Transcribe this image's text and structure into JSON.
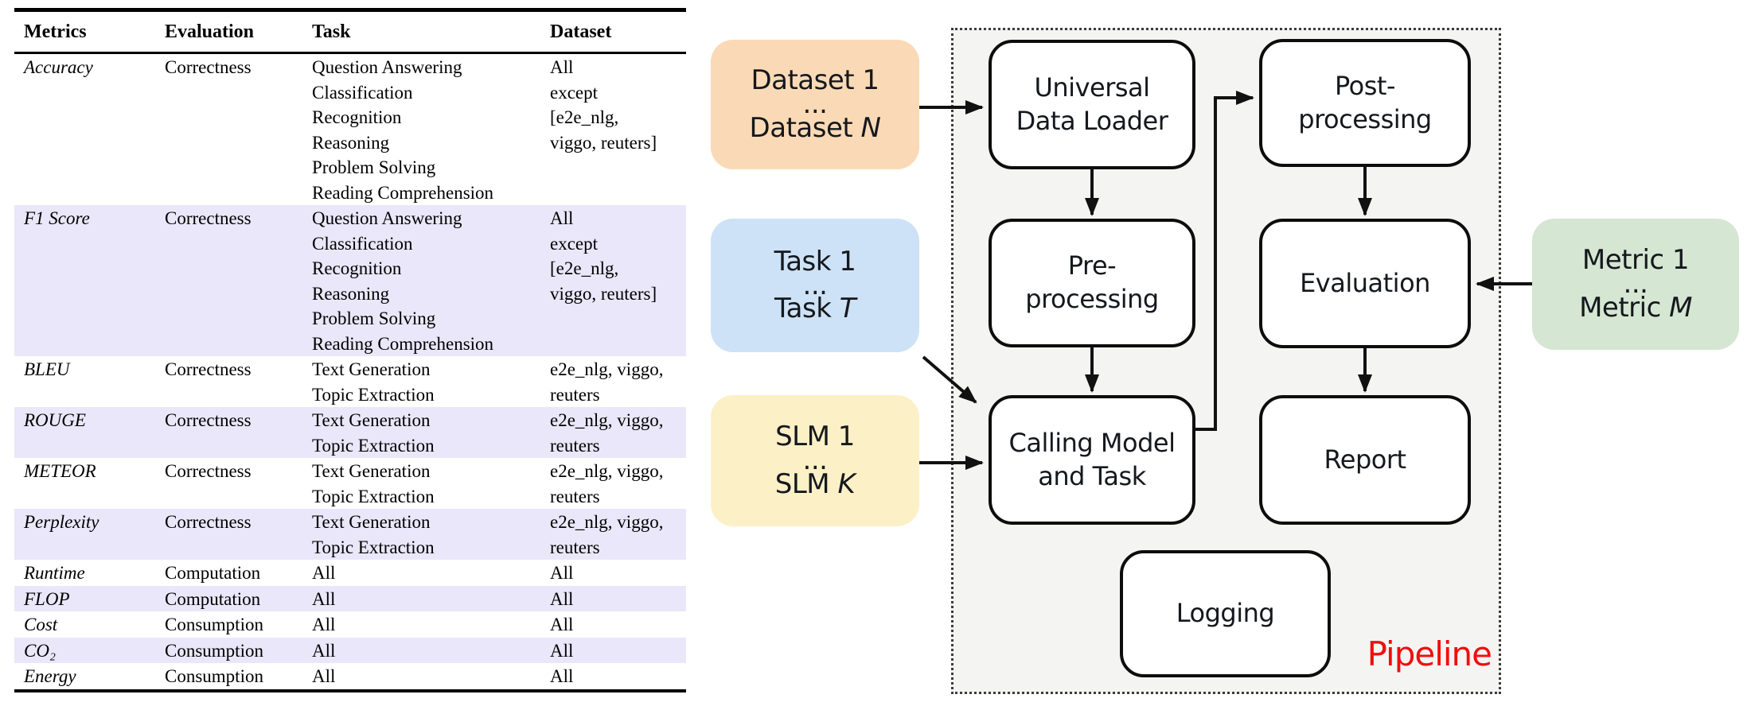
{
  "table": {
    "headers": [
      "Metrics",
      "Evaluation",
      "Task",
      "Dataset"
    ],
    "row_shade_color": "#e9e7f9",
    "rows": [
      {
        "metric": "Accuracy",
        "evaluation": "Correctness",
        "task": "Question Answering\nClassification\nRecognition\nReasoning\nProblem Solving\nReading Comprehension",
        "dataset": "All\nexcept\n[e2e_nlg,\nviggo, reuters]",
        "shaded": false
      },
      {
        "metric": "F1 Score",
        "evaluation": "Correctness",
        "task": "Question Answering\nClassification\nRecognition\nReasoning\nProblem Solving\nReading Comprehension",
        "dataset": "All\nexcept\n[e2e_nlg,\nviggo, reuters]",
        "shaded": true
      },
      {
        "metric": "BLEU",
        "evaluation": "Correctness",
        "task": "Text Generation\nTopic Extraction",
        "dataset": "e2e_nlg, viggo,\nreuters",
        "shaded": false
      },
      {
        "metric": "ROUGE",
        "evaluation": "Correctness",
        "task": "Text Generation\nTopic Extraction",
        "dataset": "e2e_nlg, viggo,\nreuters",
        "shaded": true
      },
      {
        "metric": "METEOR",
        "evaluation": "Correctness",
        "task": "Text Generation\nTopic Extraction",
        "dataset": "e2e_nlg, viggo,\nreuters",
        "shaded": false
      },
      {
        "metric": "Perplexity",
        "evaluation": "Correctness",
        "task": "Text Generation\nTopic Extraction",
        "dataset": "e2e_nlg, viggo,\nreuters",
        "shaded": true
      },
      {
        "metric": "Runtime",
        "evaluation": "Computation",
        "task": "All",
        "dataset": "All",
        "shaded": false
      },
      {
        "metric": "FLOP",
        "evaluation": "Computation",
        "task": "All",
        "dataset": "All",
        "shaded": true
      },
      {
        "metric": "Cost",
        "evaluation": "Consumption",
        "task": "All",
        "dataset": "All",
        "shaded": false
      },
      {
        "metric": "CO₂",
        "evaluation": "Consumption",
        "task": "All",
        "dataset": "All",
        "shaded": true
      },
      {
        "metric": "Energy",
        "evaluation": "Consumption",
        "task": "All",
        "dataset": "All",
        "shaded": false
      }
    ]
  },
  "diagram": {
    "inputs": {
      "dataset": {
        "line1": "Dataset 1",
        "dots": "...",
        "line3_pre": "Dataset ",
        "line3_var": "N",
        "color": "#fadab6"
      },
      "task": {
        "line1": "Task 1",
        "dots": "...",
        "line3_pre": "Task ",
        "line3_var": "T",
        "color": "#cde2f6"
      },
      "slm": {
        "line1": "SLM 1",
        "dots": "...",
        "line3_pre": "SLM ",
        "line3_var": "K",
        "color": "#fcf0c7"
      },
      "metric": {
        "line1": "Metric 1",
        "dots": "...",
        "line3_pre": "Metric ",
        "line3_var": "M",
        "color": "#d5e6d2"
      }
    },
    "boxes": {
      "universal_data_loader": "Universal\nData Loader",
      "pre_processing": "Pre-\nprocessing",
      "calling_model": "Calling Model\nand Task",
      "post_processing": "Post-\nprocessing",
      "evaluation": "Evaluation",
      "report": "Report",
      "logging": "Logging"
    },
    "pipeline_label": "Pipeline",
    "colors": {
      "pipeline_label": "#f20d0d",
      "pipeline_background": "#f4f4f3",
      "arrow": "#111111"
    }
  }
}
